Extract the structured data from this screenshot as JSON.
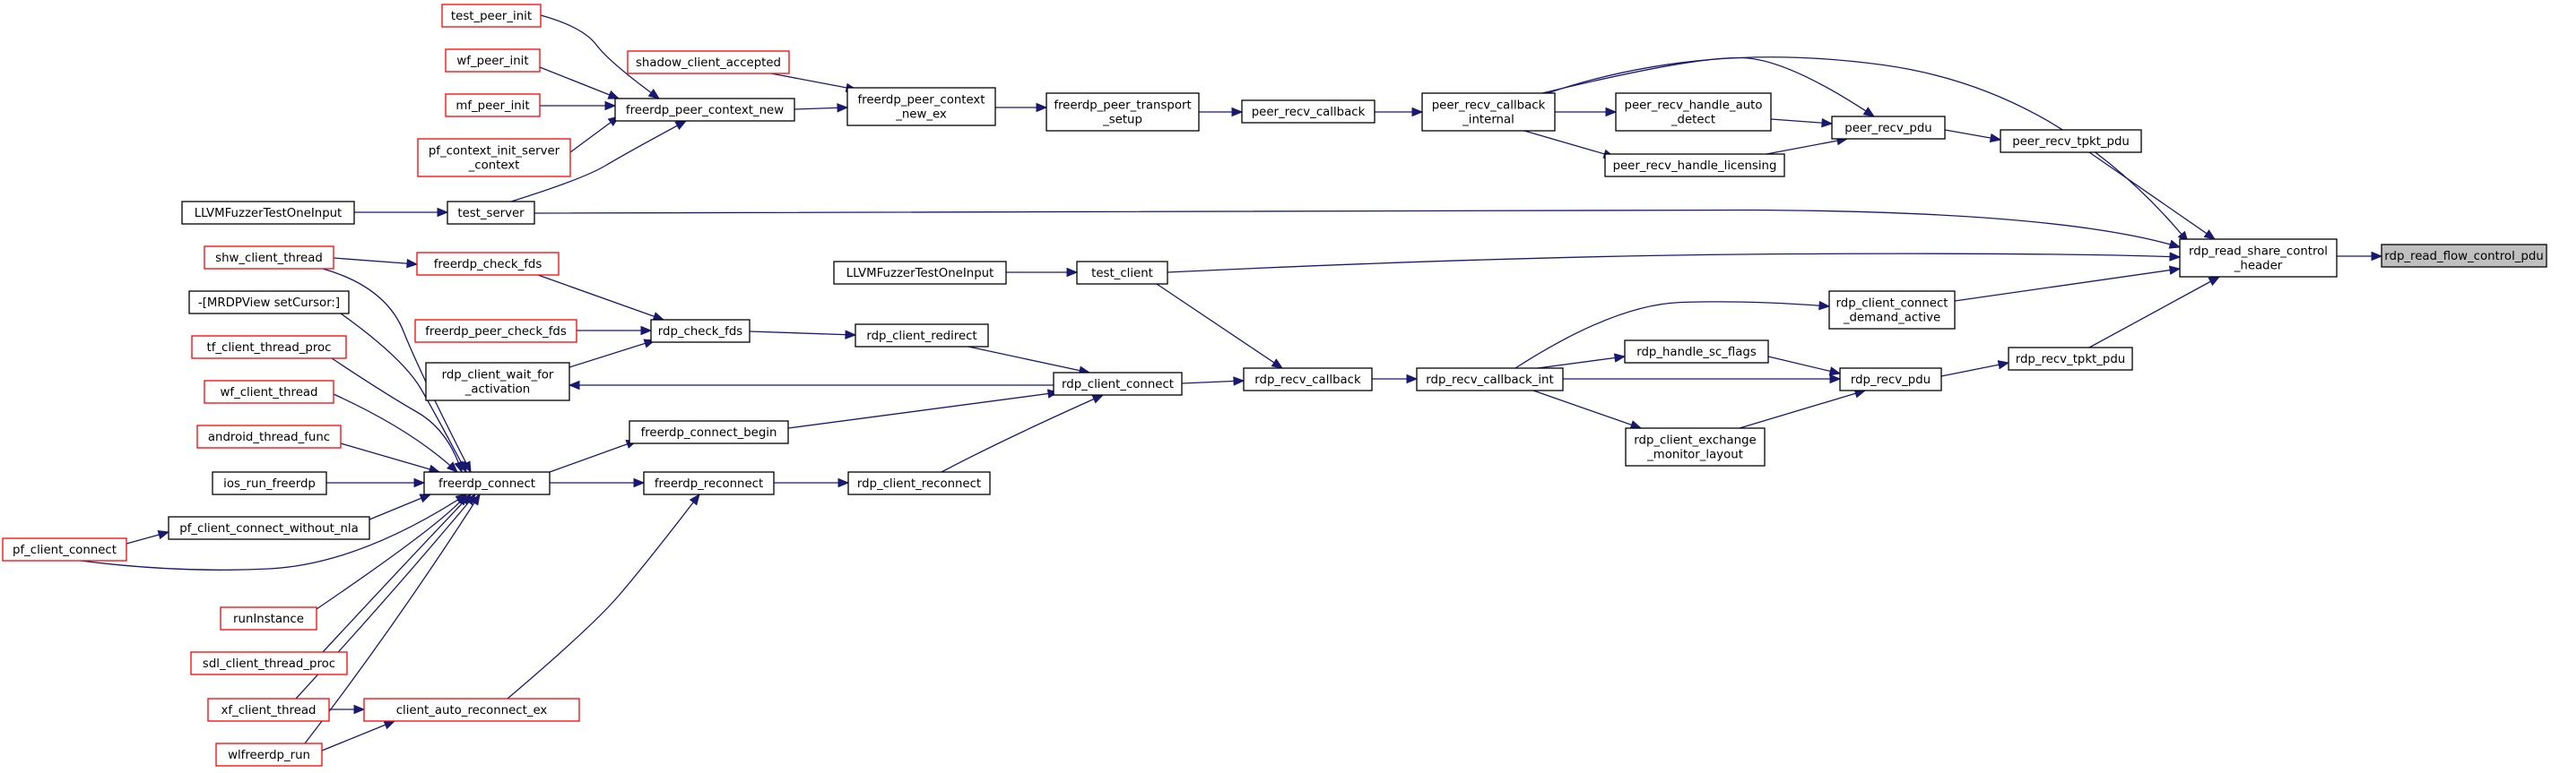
{
  "graph": {
    "nodes": [
      {
        "id": "rdp_read_flow_control_pdu",
        "lines": [
          "rdp_read_flow_control_pdu"
        ],
        "style": "focus"
      },
      {
        "id": "rdp_read_share_control_header",
        "lines": [
          "rdp_read_share_control",
          "_header"
        ],
        "style": "normal"
      },
      {
        "id": "peer_recv_tpkt_pdu",
        "lines": [
          "peer_recv_tpkt_pdu"
        ],
        "style": "normal"
      },
      {
        "id": "rdp_client_connect_demand_active",
        "lines": [
          "rdp_client_connect",
          "_demand_active"
        ],
        "style": "normal"
      },
      {
        "id": "rdp_recv_tpkt_pdu",
        "lines": [
          "rdp_recv_tpkt_pdu"
        ],
        "style": "normal"
      },
      {
        "id": "peer_recv_pdu",
        "lines": [
          "peer_recv_pdu"
        ],
        "style": "normal"
      },
      {
        "id": "rdp_recv_pdu",
        "lines": [
          "rdp_recv_pdu"
        ],
        "style": "normal"
      },
      {
        "id": "peer_recv_handle_auto_detect",
        "lines": [
          "peer_recv_handle_auto",
          "_detect"
        ],
        "style": "normal"
      },
      {
        "id": "peer_recv_handle_licensing",
        "lines": [
          "peer_recv_handle_licensing"
        ],
        "style": "normal"
      },
      {
        "id": "rdp_handle_sc_flags",
        "lines": [
          "rdp_handle_sc_flags"
        ],
        "style": "normal"
      },
      {
        "id": "rdp_client_exchange_monitor_layout",
        "lines": [
          "rdp_client_exchange",
          "_monitor_layout"
        ],
        "style": "normal"
      },
      {
        "id": "peer_recv_callback_internal",
        "lines": [
          "peer_recv_callback",
          "_internal"
        ],
        "style": "normal"
      },
      {
        "id": "rdp_recv_callback_int",
        "lines": [
          "rdp_recv_callback_int"
        ],
        "style": "normal"
      },
      {
        "id": "peer_recv_callback",
        "lines": [
          "peer_recv_callback"
        ],
        "style": "normal"
      },
      {
        "id": "rdp_recv_callback",
        "lines": [
          "rdp_recv_callback"
        ],
        "style": "normal"
      },
      {
        "id": "freerdp_peer_transport_setup",
        "lines": [
          "freerdp_peer_transport",
          "_setup"
        ],
        "style": "normal"
      },
      {
        "id": "rdp_client_connect",
        "lines": [
          "rdp_client_connect"
        ],
        "style": "normal"
      },
      {
        "id": "freerdp_peer_context_new_ex",
        "lines": [
          "freerdp_peer_context",
          "_new_ex"
        ],
        "style": "normal"
      },
      {
        "id": "test_client",
        "lines": [
          "test_client"
        ],
        "style": "normal"
      },
      {
        "id": "rdp_client_redirect",
        "lines": [
          "rdp_client_redirect"
        ],
        "style": "normal"
      },
      {
        "id": "rdp_client_reconnect",
        "lines": [
          "rdp_client_reconnect"
        ],
        "style": "normal"
      },
      {
        "id": "freerdp_peer_context_new",
        "lines": [
          "freerdp_peer_context_new"
        ],
        "style": "normal"
      },
      {
        "id": "shadow_client_accepted",
        "lines": [
          "shadow_client_accepted"
        ],
        "style": "red"
      },
      {
        "id": "test_server",
        "lines": [
          "test_server"
        ],
        "style": "normal"
      },
      {
        "id": "fuzzer_client",
        "lines": [
          "LLVMFuzzerTestOneInput"
        ],
        "style": "normal"
      },
      {
        "id": "rdp_check_fds",
        "lines": [
          "rdp_check_fds"
        ],
        "style": "normal"
      },
      {
        "id": "freerdp_connect_begin",
        "lines": [
          "freerdp_connect_begin"
        ],
        "style": "normal"
      },
      {
        "id": "freerdp_reconnect",
        "lines": [
          "freerdp_reconnect"
        ],
        "style": "normal"
      },
      {
        "id": "rdp_client_wait_for_activation",
        "lines": [
          "rdp_client_wait_for",
          "_activation"
        ],
        "style": "normal"
      },
      {
        "id": "test_peer_init",
        "lines": [
          "test_peer_init"
        ],
        "style": "red"
      },
      {
        "id": "wf_peer_init",
        "lines": [
          "wf_peer_init"
        ],
        "style": "red"
      },
      {
        "id": "mf_peer_init",
        "lines": [
          "mf_peer_init"
        ],
        "style": "red"
      },
      {
        "id": "pf_context_init_server_context",
        "lines": [
          "pf_context_init_server",
          "_context"
        ],
        "style": "red"
      },
      {
        "id": "fuzzer_server",
        "lines": [
          "LLVMFuzzerTestOneInput"
        ],
        "style": "normal"
      },
      {
        "id": "freerdp_check_fds",
        "lines": [
          "freerdp_check_fds"
        ],
        "style": "red"
      },
      {
        "id": "freerdp_peer_check_fds",
        "lines": [
          "freerdp_peer_check_fds"
        ],
        "style": "red"
      },
      {
        "id": "freerdp_connect",
        "lines": [
          "freerdp_connect"
        ],
        "style": "normal"
      },
      {
        "id": "client_auto_reconnect_ex",
        "lines": [
          "client_auto_reconnect_ex"
        ],
        "style": "red"
      },
      {
        "id": "shw_client_thread",
        "lines": [
          "shw_client_thread"
        ],
        "style": "red"
      },
      {
        "id": "mrdpview_setcursor",
        "lines": [
          "-[MRDPView setCursor:]"
        ],
        "style": "normal"
      },
      {
        "id": "tf_client_thread_proc",
        "lines": [
          "tf_client_thread_proc"
        ],
        "style": "red"
      },
      {
        "id": "wf_client_thread",
        "lines": [
          "wf_client_thread"
        ],
        "style": "red"
      },
      {
        "id": "android_thread_func",
        "lines": [
          "android_thread_func"
        ],
        "style": "red"
      },
      {
        "id": "ios_run_freerdp",
        "lines": [
          "ios_run_freerdp"
        ],
        "style": "normal"
      },
      {
        "id": "pf_client_connect_without_nla",
        "lines": [
          "pf_client_connect_without_nla"
        ],
        "style": "normal"
      },
      {
        "id": "pf_client_connect",
        "lines": [
          "pf_client_connect"
        ],
        "style": "red"
      },
      {
        "id": "runInstance",
        "lines": [
          "runInstance"
        ],
        "style": "red"
      },
      {
        "id": "sdl_client_thread_proc",
        "lines": [
          "sdl_client_thread_proc"
        ],
        "style": "red"
      },
      {
        "id": "xf_client_thread",
        "lines": [
          "xf_client_thread"
        ],
        "style": "red"
      },
      {
        "id": "wlfreerdp_run",
        "lines": [
          "wlfreerdp_run"
        ],
        "style": "red"
      }
    ],
    "edges": [
      [
        "rdp_read_share_control_header",
        "rdp_read_flow_control_pdu"
      ],
      [
        "peer_recv_tpkt_pdu",
        "rdp_read_share_control_header"
      ],
      [
        "peer_recv_callback_internal",
        "rdp_read_share_control_header"
      ],
      [
        "test_server",
        "rdp_read_share_control_header"
      ],
      [
        "test_client",
        "rdp_read_share_control_header"
      ],
      [
        "rdp_client_connect_demand_active",
        "rdp_read_share_control_header"
      ],
      [
        "rdp_recv_tpkt_pdu",
        "rdp_read_share_control_header"
      ],
      [
        "peer_recv_pdu",
        "peer_recv_tpkt_pdu"
      ],
      [
        "peer_recv_callback_internal",
        "peer_recv_pdu"
      ],
      [
        "peer_recv_handle_auto_detect",
        "peer_recv_pdu"
      ],
      [
        "peer_recv_handle_licensing",
        "peer_recv_pdu"
      ],
      [
        "rdp_recv_callback_int",
        "rdp_client_connect_demand_active"
      ],
      [
        "rdp_recv_pdu",
        "rdp_recv_tpkt_pdu"
      ],
      [
        "rdp_handle_sc_flags",
        "rdp_recv_pdu"
      ],
      [
        "rdp_recv_callback_int",
        "rdp_recv_pdu"
      ],
      [
        "rdp_client_exchange_monitor_layout",
        "rdp_recv_pdu"
      ],
      [
        "peer_recv_callback_internal",
        "peer_recv_handle_auto_detect"
      ],
      [
        "peer_recv_callback_internal",
        "peer_recv_handle_licensing"
      ],
      [
        "rdp_recv_callback_int",
        "rdp_handle_sc_flags"
      ],
      [
        "rdp_recv_callback_int",
        "rdp_client_exchange_monitor_layout"
      ],
      [
        "peer_recv_callback",
        "peer_recv_callback_internal"
      ],
      [
        "rdp_recv_callback",
        "rdp_recv_callback_int"
      ],
      [
        "freerdp_peer_transport_setup",
        "peer_recv_callback"
      ],
      [
        "test_client",
        "rdp_recv_callback"
      ],
      [
        "rdp_client_connect",
        "rdp_recv_callback"
      ],
      [
        "freerdp_peer_context_new_ex",
        "freerdp_peer_transport_setup"
      ],
      [
        "freerdp_peer_context_new",
        "freerdp_peer_context_new_ex"
      ],
      [
        "shadow_client_accepted",
        "freerdp_peer_context_new_ex"
      ],
      [
        "fuzzer_client",
        "test_client"
      ],
      [
        "rdp_client_redirect",
        "rdp_client_connect"
      ],
      [
        "freerdp_connect_begin",
        "rdp_client_connect"
      ],
      [
        "rdp_client_reconnect",
        "rdp_client_connect"
      ],
      [
        "rdp_client_connect",
        "rdp_client_wait_for_activation"
      ],
      [
        "rdp_check_fds",
        "rdp_client_redirect"
      ],
      [
        "freerdp_reconnect",
        "rdp_client_reconnect"
      ],
      [
        "test_peer_init",
        "freerdp_peer_context_new"
      ],
      [
        "wf_peer_init",
        "freerdp_peer_context_new"
      ],
      [
        "mf_peer_init",
        "freerdp_peer_context_new"
      ],
      [
        "pf_context_init_server_context",
        "freerdp_peer_context_new"
      ],
      [
        "test_server",
        "freerdp_peer_context_new"
      ],
      [
        "fuzzer_server",
        "test_server"
      ],
      [
        "freerdp_check_fds",
        "rdp_check_fds"
      ],
      [
        "freerdp_peer_check_fds",
        "rdp_check_fds"
      ],
      [
        "rdp_client_wait_for_activation",
        "rdp_check_fds"
      ],
      [
        "freerdp_connect",
        "freerdp_connect_begin"
      ],
      [
        "freerdp_connect",
        "freerdp_reconnect"
      ],
      [
        "client_auto_reconnect_ex",
        "freerdp_reconnect"
      ],
      [
        "shw_client_thread",
        "freerdp_check_fds"
      ],
      [
        "shw_client_thread",
        "freerdp_connect"
      ],
      [
        "mrdpview_setcursor",
        "freerdp_connect"
      ],
      [
        "tf_client_thread_proc",
        "freerdp_connect"
      ],
      [
        "wf_client_thread",
        "freerdp_connect"
      ],
      [
        "android_thread_func",
        "freerdp_connect"
      ],
      [
        "ios_run_freerdp",
        "freerdp_connect"
      ],
      [
        "pf_client_connect_without_nla",
        "freerdp_connect"
      ],
      [
        "pf_client_connect",
        "pf_client_connect_without_nla"
      ],
      [
        "pf_client_connect",
        "freerdp_connect"
      ],
      [
        "runInstance",
        "freerdp_connect"
      ],
      [
        "sdl_client_thread_proc",
        "freerdp_connect"
      ],
      [
        "xf_client_thread",
        "freerdp_connect"
      ],
      [
        "wlfreerdp_run",
        "freerdp_connect"
      ],
      [
        "xf_client_thread",
        "client_auto_reconnect_ex"
      ],
      [
        "wlfreerdp_run",
        "client_auto_reconnect_ex"
      ]
    ],
    "colors": {
      "edge": "#191970",
      "normal_border": "#000000",
      "red_border": "#ff0000",
      "focus_fill": "#bfbfbf",
      "node_fill": "#ffffff"
    }
  }
}
